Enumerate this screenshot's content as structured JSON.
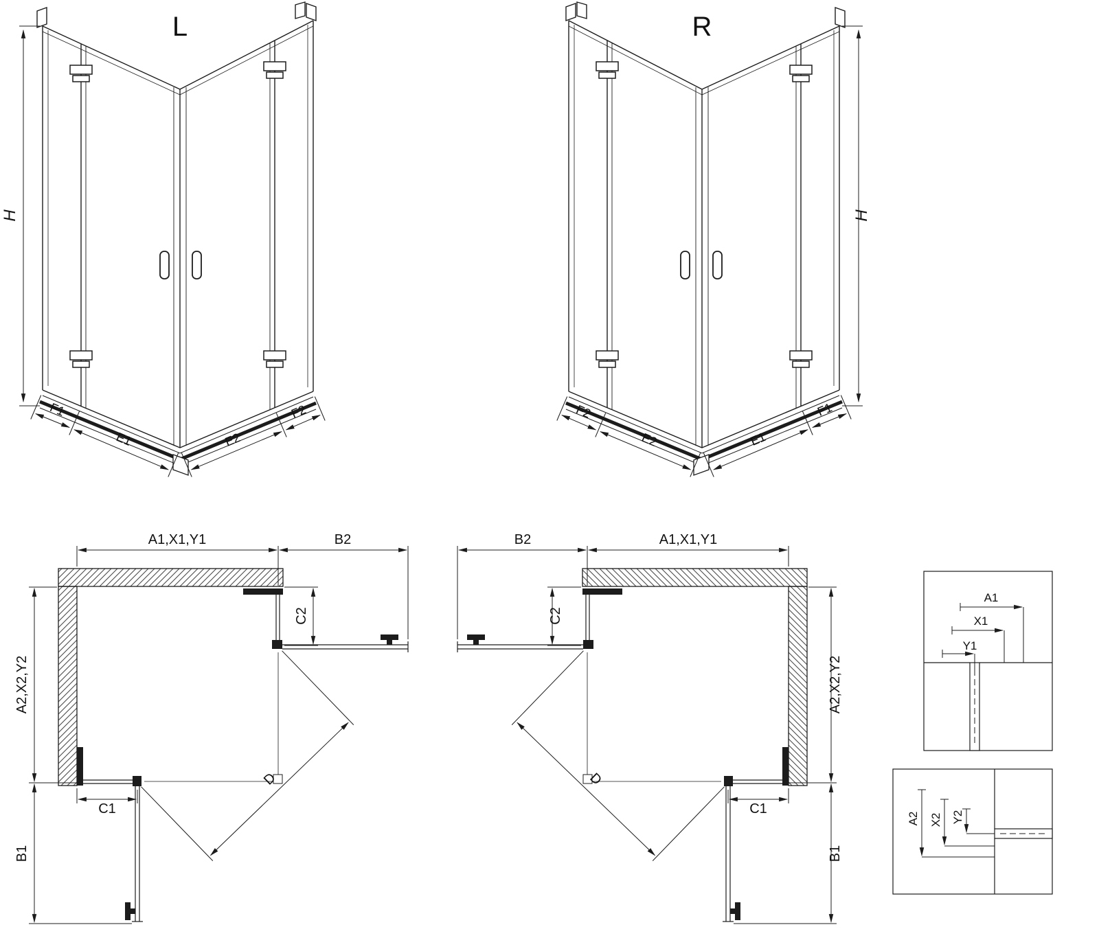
{
  "drawing": {
    "kind": "corner-entry shower enclosure technical drawing",
    "line_color": "#1c1c1c",
    "background": "#ffffff"
  },
  "iso_left": {
    "variant_label": "L",
    "height": "H",
    "front_left_fixed": "F1",
    "front_left_door": "E1",
    "front_right_door": "E2",
    "front_right_fixed": "F2"
  },
  "iso_right": {
    "variant_label": "R",
    "height": "H",
    "front_left_fixed": "F2",
    "front_left_door": "E2",
    "front_right_door": "E1",
    "front_right_fixed": "F1"
  },
  "plan_left": {
    "top_width": "A1,X1,Y1",
    "side_door_width": "B2",
    "side_return": "C2",
    "depth": "A2,X2,Y2",
    "bottom_return": "C1",
    "bottom_door_width": "B1",
    "diagonal_entry": "D"
  },
  "plan_right": {
    "top_width": "A1,X1,Y1",
    "side_door_width": "B2",
    "side_return": "C2",
    "depth": "A2,X2,Y2",
    "bottom_return": "C1",
    "bottom_door_width": "B1",
    "diagonal_entry": "D"
  },
  "detail_top": {
    "dim_a": "A1",
    "dim_x": "X1",
    "dim_y": "Y1"
  },
  "detail_bottom": {
    "dim_a": "A2",
    "dim_x": "X2",
    "dim_y": "Y2"
  }
}
